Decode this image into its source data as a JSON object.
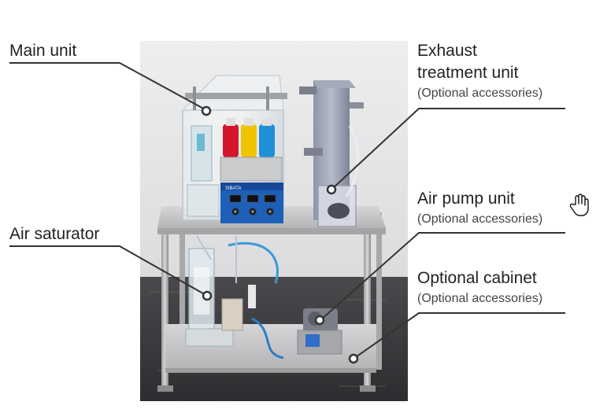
{
  "labels": {
    "main_unit": "Main unit",
    "exhaust_line1": "Exhaust",
    "exhaust_line2": "treatment unit",
    "exhaust_optional": "(Optional accessories)",
    "air_pump": "Air pump unit",
    "air_pump_optional": "(Optional accessories)",
    "air_saturator": "Air saturator",
    "optional_cabinet": "Optional cabinet",
    "cabinet_optional": "(Optional accessories)"
  },
  "panel_labels": {
    "controller_brand": "SIBATA"
  },
  "colors": {
    "leader_line": "#333333",
    "bottle_red": "#d4162a",
    "bottle_yellow": "#f2c400",
    "bottle_blue": "#1f8fd8",
    "controller_blue": "#1e5fb8",
    "floor": "#3a3a3c",
    "wall": "#e9e9ea"
  },
  "icons": {
    "cursor": "hand-pointer-icon"
  }
}
